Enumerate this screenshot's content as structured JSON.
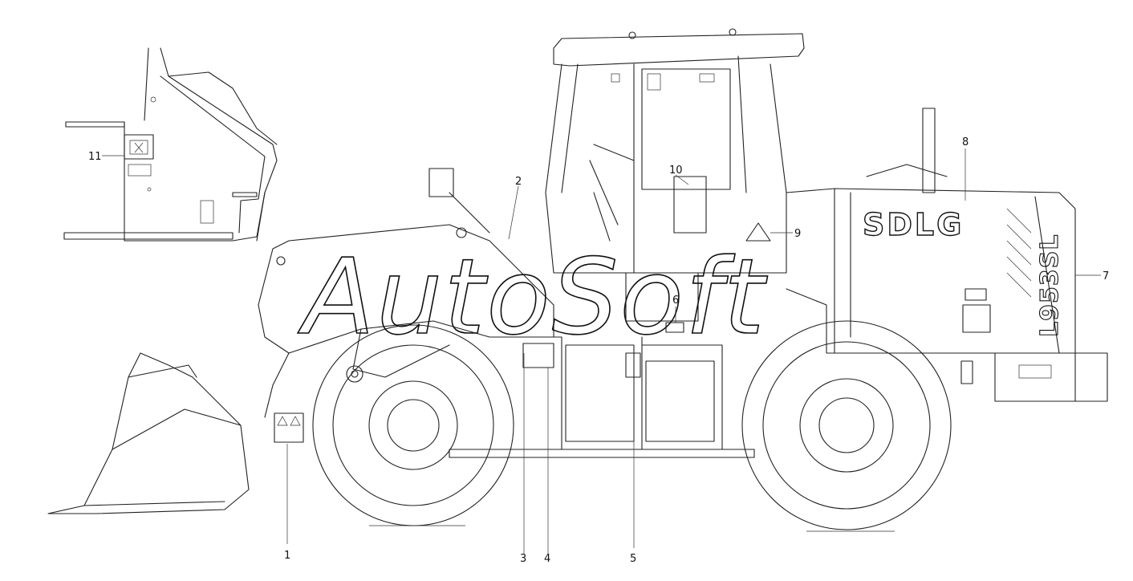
{
  "diagram": {
    "brand_text": "SDLG",
    "model_text": "L953SL",
    "watermark": "AutoSoft",
    "callouts": [
      {
        "id": "1",
        "label": "1"
      },
      {
        "id": "2",
        "label": "2"
      },
      {
        "id": "3",
        "label": "3"
      },
      {
        "id": "4",
        "label": "4"
      },
      {
        "id": "5",
        "label": "5"
      },
      {
        "id": "6",
        "label": "6"
      },
      {
        "id": "7",
        "label": "7"
      },
      {
        "id": "8",
        "label": "8"
      },
      {
        "id": "9",
        "label": "9"
      },
      {
        "id": "10",
        "label": "10"
      },
      {
        "id": "11",
        "label": "11"
      }
    ]
  }
}
